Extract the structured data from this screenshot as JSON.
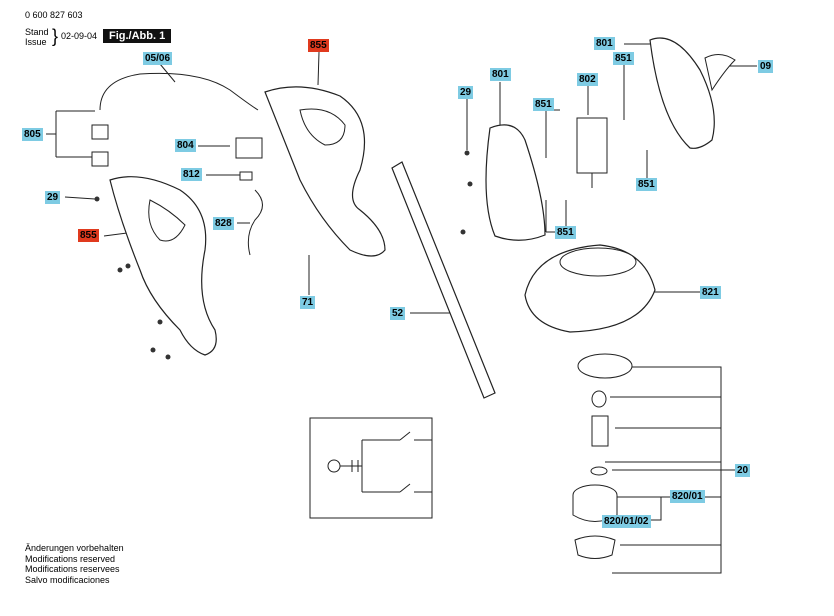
{
  "header": {
    "part_number": "0 600 827 603",
    "stand_label": "Stand",
    "issue_label": "Issue",
    "date": "02-09-04",
    "figure_title": "Fig./Abb. 1"
  },
  "footer_notes": [
    "Änderungen vorbehalten",
    "Modifications reserved",
    "Modifications reservees",
    "Salvo modificaciones"
  ],
  "callouts": {
    "c_05_06": "05/06",
    "c_855_top": "855",
    "c_805": "805",
    "c_804": "804",
    "c_812": "812",
    "c_29_left": "29",
    "c_828": "828",
    "c_855_left": "855",
    "c_71": "71",
    "c_29_mid": "29",
    "c_801_mid": "801",
    "c_851_a": "851",
    "c_802": "802",
    "c_801_top": "801",
    "c_851_b": "851",
    "c_09": "09",
    "c_851_c": "851",
    "c_851_d": "851",
    "c_52": "52",
    "c_821": "821",
    "c_20": "20",
    "c_820_01": "820/01",
    "c_820_01_02": "820/01/02"
  },
  "colors": {
    "callout_blue": "#7ecbe3",
    "callout_red": "#e03a1e",
    "line": "#222222"
  }
}
